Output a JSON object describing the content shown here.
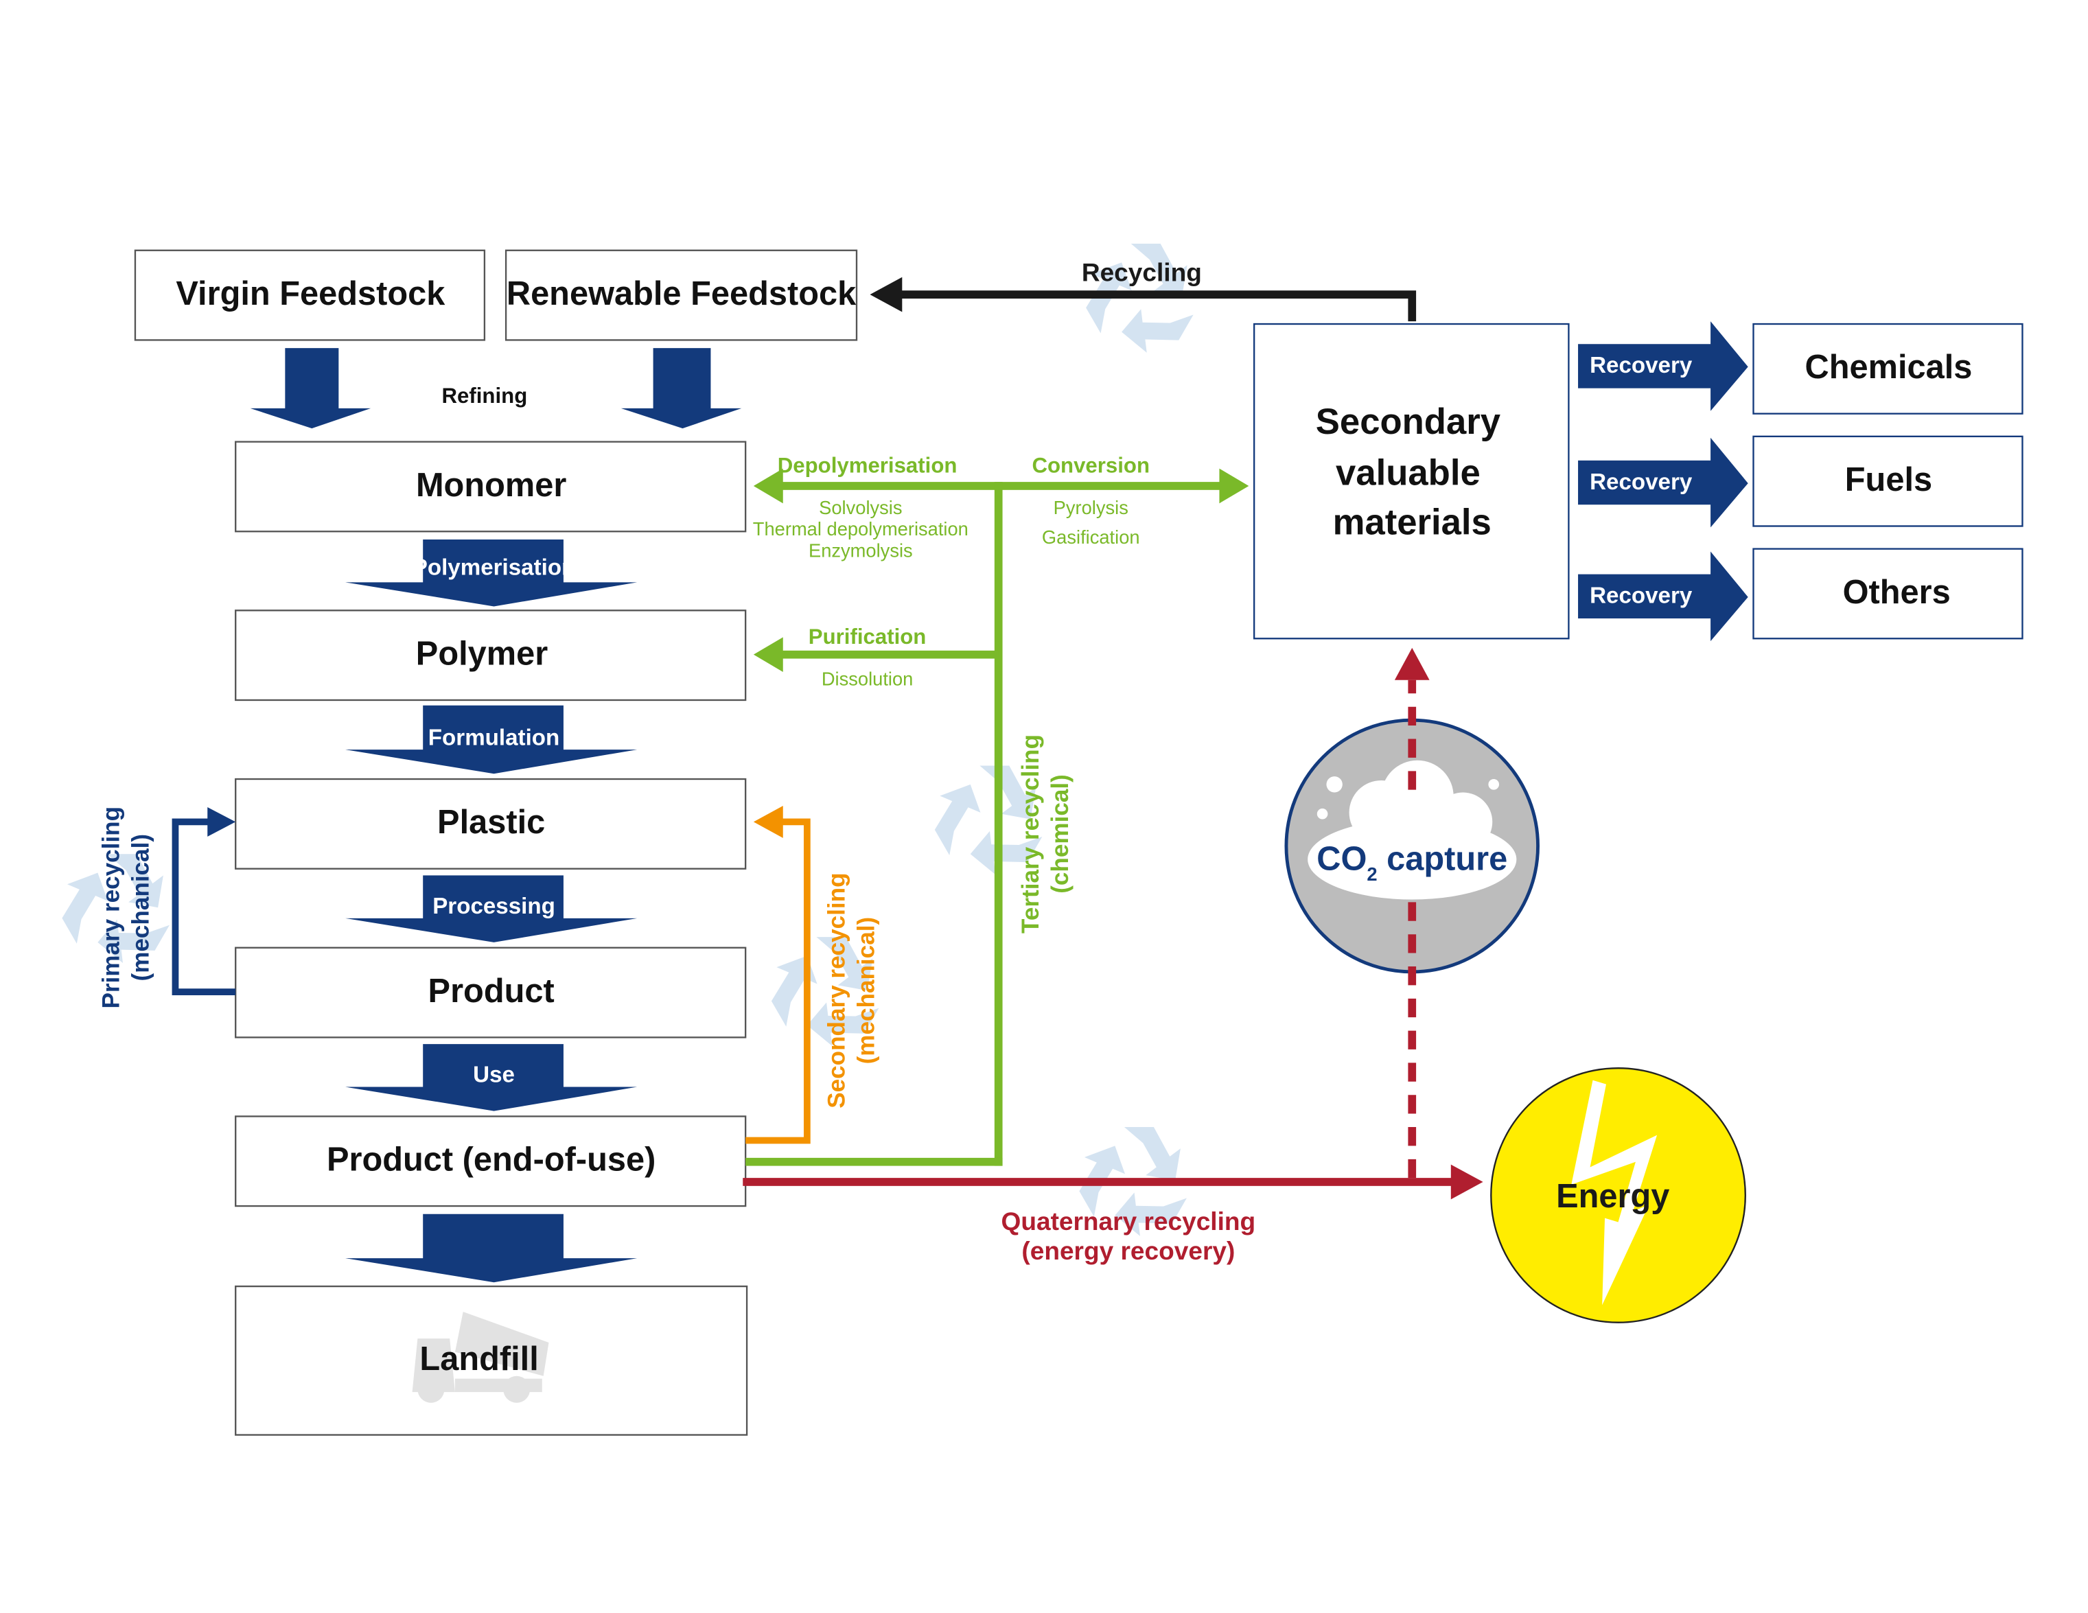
{
  "colors": {
    "navy": "#133a7c",
    "green": "#7ab929",
    "orange": "#f39200",
    "red": "#b01e2f",
    "yellow": "#ffed00",
    "grey": "#bcbcbc",
    "icon_blue": "#d4e3f1",
    "black": "#1a1a1a"
  },
  "feedstock": {
    "virgin": "Virgin Feedstock",
    "renewable": "Renewable Feedstock",
    "refining": "Refining"
  },
  "chain": {
    "monomer": "Monomer",
    "polymerisation": "Polymerisation",
    "polymer": "Polymer",
    "formulation": "Formulation",
    "plastic": "Plastic",
    "processing": "Processing",
    "product": "Product",
    "use": "Use",
    "end_of_use": "Product (end-of-use)",
    "landfill": "Landfill"
  },
  "recycling": {
    "label": "Recycling"
  },
  "secondary_materials": {
    "line1": "Secondary",
    "line2": "valuable",
    "line3": "materials"
  },
  "recovery": [
    {
      "label": "Recovery",
      "target": "Chemicals"
    },
    {
      "label": "Recovery",
      "target": "Fuels"
    },
    {
      "label": "Recovery",
      "target": "Others"
    }
  ],
  "tertiary": {
    "depolymerisation": "Depolymerisation",
    "depoly_methods": [
      "Solvolysis",
      "Thermal depolymerisation",
      "Enzymolysis"
    ],
    "conversion": "Conversion",
    "conversion_methods": [
      "Pyrolysis",
      "Gasification"
    ],
    "purification": "Purification",
    "purification_methods": [
      "Dissolution"
    ],
    "label_line1": "Tertiary recycling",
    "label_line2": "(chemical)"
  },
  "primary": {
    "label_line1": "Primary recycling",
    "label_line2": "(mechanical)"
  },
  "secondary": {
    "label_line1": "Secondary recycling",
    "label_line2": "(mechanical)"
  },
  "quaternary": {
    "label_line1": "Quaternary recycling",
    "label_line2": "(energy recovery)"
  },
  "co2": {
    "main": "CO",
    "sub": "2",
    "rest": " capture"
  },
  "energy": {
    "label": "Energy"
  },
  "icons": [
    "recycle-icon",
    "dump-truck-icon",
    "cloud-icon",
    "lightning-icon"
  ]
}
